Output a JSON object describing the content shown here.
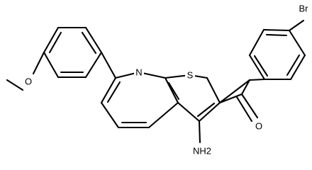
{
  "atoms": {
    "bromine": "Br",
    "carbonyl_oxygen": "O",
    "ring_sulfur": "S",
    "ring_nitrogen": "N",
    "ether_oxygen": "O",
    "amine": "NH2"
  }
}
